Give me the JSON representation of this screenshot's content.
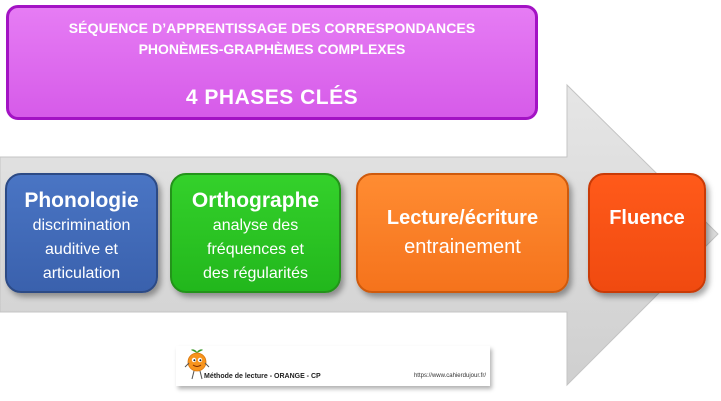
{
  "header": {
    "line1": "SÉQUENCE D’APPRENTISSAGE DES CORRESPONDANCES",
    "line2": "PHONÈMES-GRAPHÈMES COMPLEXES",
    "line3": "4 PHASES CLÉS"
  },
  "phases": [
    {
      "title": "Phonologie",
      "desc_lines": [
        "discrimination",
        "auditive et",
        "articulation"
      ]
    },
    {
      "title": "Orthographe",
      "desc_lines": [
        "analyse des",
        "fréquences et",
        "des régularités"
      ]
    },
    {
      "title": "Lecture/écriture",
      "desc_lines": [
        "entrainement"
      ]
    },
    {
      "title": "Fluence",
      "desc_lines": []
    }
  ],
  "footer": {
    "method": "Méthode de lecture - ORANGE - CP",
    "url": "https://www.cahierdujour.fr/"
  },
  "colors": {
    "header_bg": "#e073f1",
    "phonologie": "#4472c4",
    "orthographe": "#2cc325",
    "lecture": "#ff8128",
    "fluence": "#f8541a",
    "arrow": "#d9d9d9"
  },
  "icons": [
    "orange-mascot-icon"
  ]
}
